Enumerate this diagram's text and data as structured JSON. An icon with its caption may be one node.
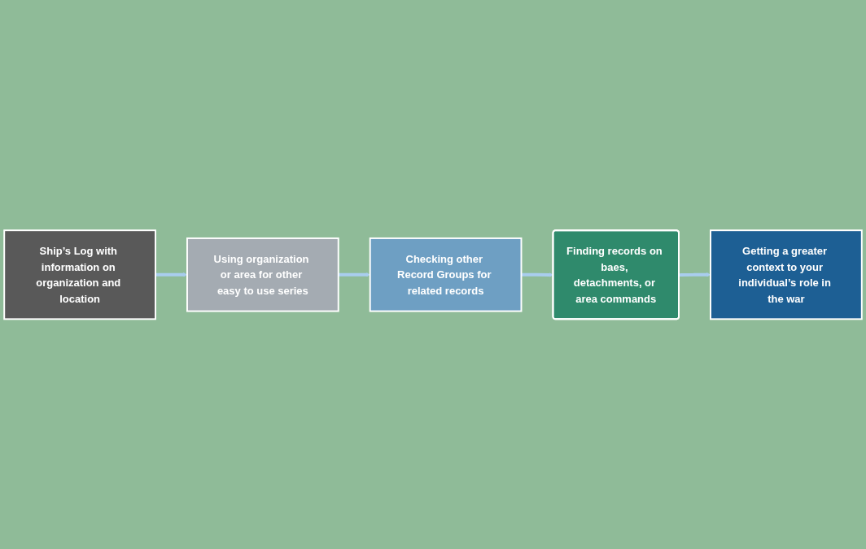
{
  "diagram": {
    "nodes": [
      {
        "text": [
          "Ship’s Log with information on organization and location"
        ]
      },
      {
        "text": [
          "Using organization or area for other easy to use series"
        ]
      },
      {
        "text": [
          "Checking other Record Groups for related records"
        ]
      },
      {
        "text": [
          "Finding records on baes, detachments, or area commands"
        ]
      },
      {
        "text": [
          "Getting a greater context to your individual’s role in the war"
        ]
      }
    ],
    "edges": [
      {
        "from": 0,
        "to": 1,
        "arrow": "to"
      },
      {
        "from": 1,
        "to": 2,
        "arrow": "to"
      },
      {
        "from": 2,
        "to": 3,
        "arrow": "to"
      },
      {
        "from": 3,
        "to": 4,
        "arrow": "to"
      }
    ]
  }
}
